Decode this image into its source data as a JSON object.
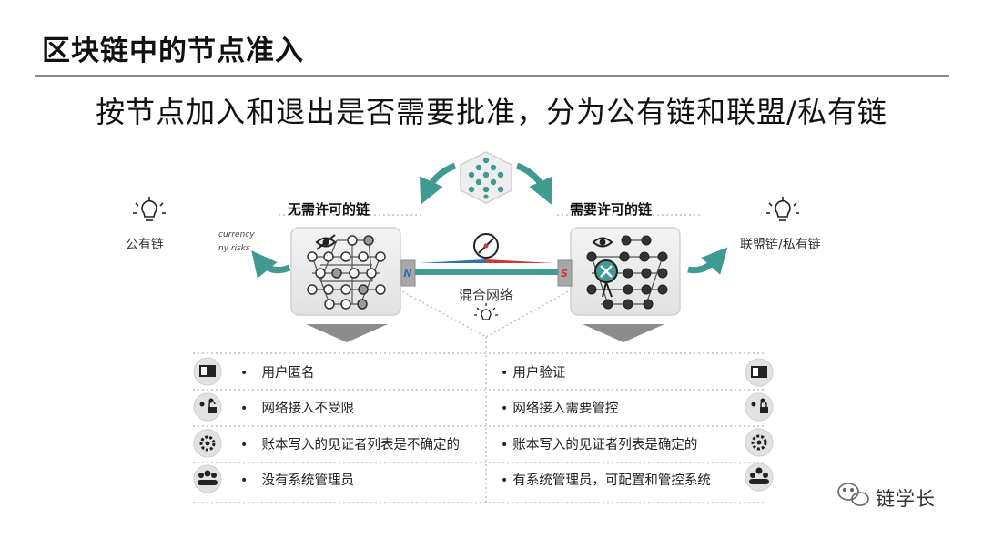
{
  "header": {
    "title": "区块链中的节点准入",
    "subtitle": "按节点加入和退出是否需要批准，分为公有链和联盟/私有链"
  },
  "diagram": {
    "left": {
      "heading": "无需许可的链",
      "side_label": "公有链",
      "fragment_line1": "currency",
      "fragment_line2": "ny risks"
    },
    "right": {
      "heading": "需要许可的链",
      "side_label": "联盟链/私有链"
    },
    "magnet": {
      "north": "N",
      "south": "S"
    },
    "middle_label": "混合网络",
    "colors": {
      "teal": "#3f9a91",
      "north_blue": "#2f6fb0",
      "south_red": "#c73a35",
      "box_bg": "#ececec",
      "dot_line": "#b5b5b5"
    }
  },
  "features": {
    "left": [
      {
        "icon": "id-card-icon",
        "text": "用户匿名"
      },
      {
        "icon": "network-unlocked-icon",
        "text": "网络接入不受限"
      },
      {
        "icon": "gear-icon",
        "text": "账本写入的见证者列表是不确定的"
      },
      {
        "icon": "users-icon",
        "text": "没有系统管理员"
      }
    ],
    "right": [
      {
        "icon": "id-card-icon",
        "text": "用户验证"
      },
      {
        "icon": "network-locked-icon",
        "text": "网络接入需要管控"
      },
      {
        "icon": "gear-icon",
        "text": "账本写入的见证者列表是确定的"
      },
      {
        "icon": "admin-icon",
        "text": "有系统管理员，可配置和管控系统"
      }
    ]
  },
  "watermark": {
    "text": "链学长",
    "icon": "wechat-icon"
  }
}
